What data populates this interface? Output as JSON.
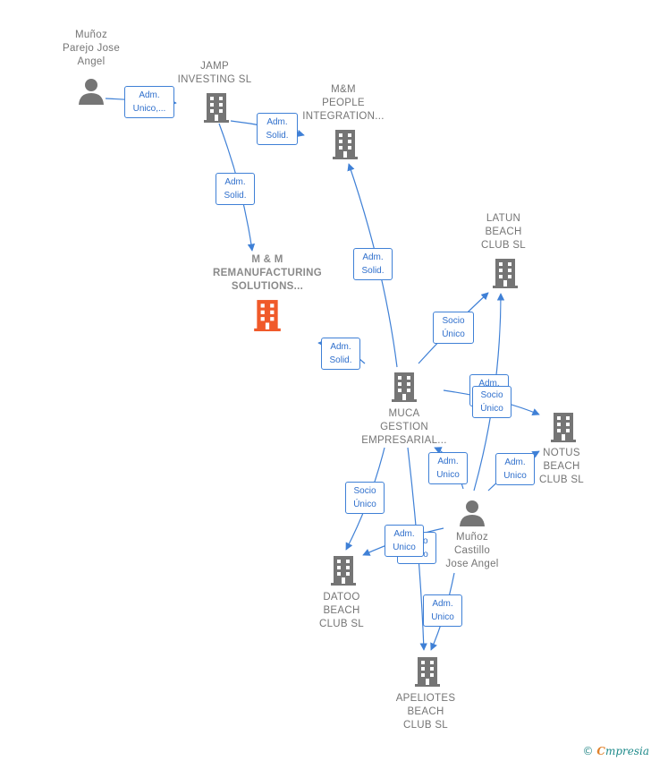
{
  "colors": {
    "node_gray": "#757575",
    "focus_orange": "#f05a2a",
    "edge_blue": "#3f80d6"
  },
  "nodes": {
    "munoz_parejo": {
      "label": "Muñoz\nParejo Jose\nAngel",
      "icon": "person-icon"
    },
    "jamp": {
      "label": "JAMP\nINVESTING  SL",
      "icon": "building-icon"
    },
    "mm_people": {
      "label": "M&M\nPEOPLE\nINTEGRATION...",
      "icon": "building-icon"
    },
    "mm_reman": {
      "label": "M & M\nREMANUFACTURING\nSOLUTIONS...",
      "icon": "building-icon",
      "focus": true
    },
    "latun": {
      "label": "LATUN\nBEACH\nCLUB  SL",
      "icon": "building-icon"
    },
    "muca": {
      "label": "MUCA\nGESTION\nEMPRESARIAL...",
      "icon": "building-icon"
    },
    "notus": {
      "label": "NOTUS\nBEACH\nCLUB  SL",
      "icon": "building-icon"
    },
    "munoz_castillo": {
      "label": "Muñoz\nCastillo\nJose Angel",
      "icon": "person-icon"
    },
    "datoo": {
      "label": "DATOO\nBEACH\nCLUB  SL",
      "icon": "building-icon"
    },
    "apeliotes": {
      "label": "APELIOTES\nBEACH\nCLUB  SL",
      "icon": "building-icon"
    }
  },
  "badges": [
    {
      "id": "b1",
      "text": "Adm.\nUnico,..."
    },
    {
      "id": "b2",
      "text": "Adm.\nSolid."
    },
    {
      "id": "b3",
      "text": "Adm.\nSolid."
    },
    {
      "id": "b4",
      "text": "Adm.\nSolid."
    },
    {
      "id": "b5",
      "text": "Adm.\nSolid."
    },
    {
      "id": "b6",
      "text": "Socio\nÚnico"
    },
    {
      "id": "b7",
      "text": "Adm.\nUnico"
    },
    {
      "id": "b8",
      "text": "Socio\nÚnico"
    },
    {
      "id": "b9",
      "text": "Adm.\nUnico"
    },
    {
      "id": "b10",
      "text": "Adm.\nUnico"
    },
    {
      "id": "b11",
      "text": "Socio\nÚnico"
    },
    {
      "id": "b12",
      "text": "Socio\nÚnico"
    },
    {
      "id": "b13",
      "text": "Adm.\nUnico"
    },
    {
      "id": "b14",
      "text": "Adm.\nUnico"
    }
  ],
  "footer": {
    "copyright": "©",
    "brand_initial": "C",
    "brand_rest": "mpresia"
  }
}
